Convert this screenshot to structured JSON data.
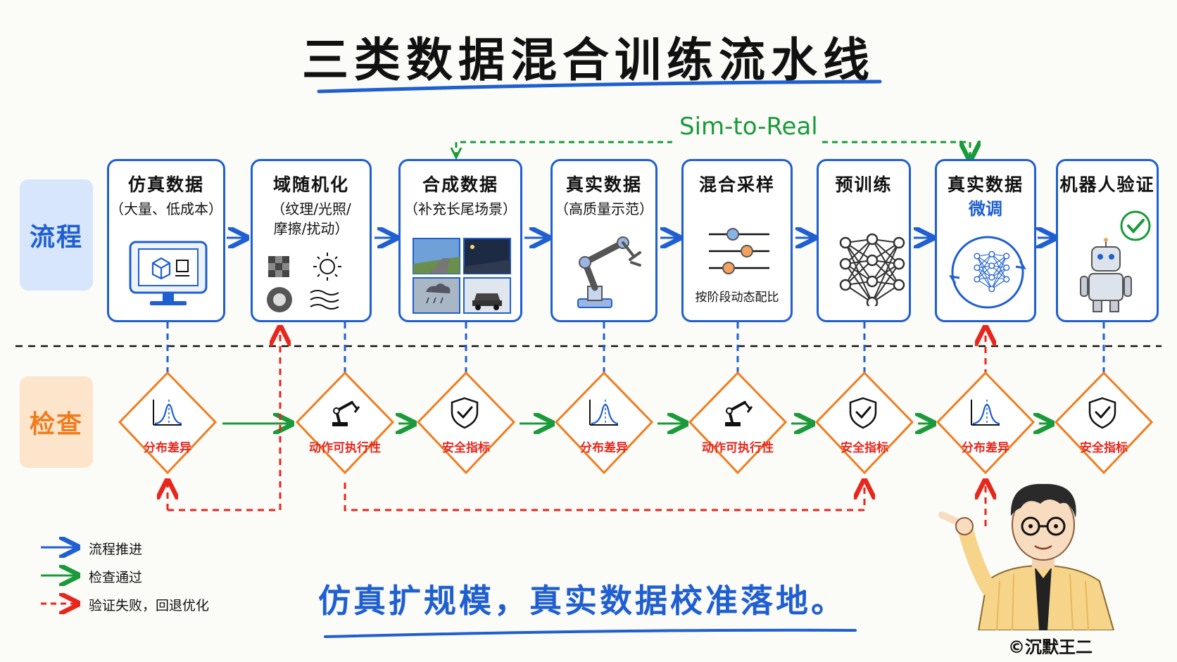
{
  "title": "三类数据混合训练流水线",
  "lanes": {
    "flow": "流程",
    "check": "检查"
  },
  "feedback_label": "Sim-to-Real",
  "stages": [
    {
      "name": "仿真数据",
      "sub": "（大量、低成本）",
      "icon": "computer-cube-icon"
    },
    {
      "name": "域随机化",
      "sub": "（纹理/光照/\n摩擦/扰动）",
      "icon": "texture-light-wave-icons"
    },
    {
      "name": "合成数据",
      "sub": "（补充长尾场景）",
      "icon": "scene-grid-icon"
    },
    {
      "name": "真实数据",
      "sub": "（高质量示范）",
      "icon": "robot-arm-icon"
    },
    {
      "name": "混合采样",
      "sub": "",
      "note": "按阶段动态配比",
      "icon": "sliders-icon"
    },
    {
      "name": "预训练",
      "sub": "",
      "icon": "neural-network-icon"
    },
    {
      "name": "真实数据",
      "sub": "微调",
      "icon": "finetune-cycle-icon"
    },
    {
      "name": "机器人验证",
      "sub": "",
      "icon": "robot-check-icon"
    }
  ],
  "checks": [
    {
      "label": "分布差异",
      "icon": "distribution-icon"
    },
    {
      "label": "动作可执行性",
      "icon": "robot-arm-icon"
    },
    {
      "label": "安全指标",
      "icon": "shield-check-icon"
    },
    {
      "label": "分布差异",
      "icon": "distribution-icon"
    },
    {
      "label": "动作可执行性",
      "icon": "robot-arm-icon"
    },
    {
      "label": "安全指标",
      "icon": "shield-check-icon"
    },
    {
      "label": "分布差异",
      "icon": "distribution-icon"
    },
    {
      "label": "安全指标",
      "icon": "shield-check-icon"
    }
  ],
  "legend": [
    {
      "label": "流程推进",
      "color": "#1f5fd0",
      "style": "solid"
    },
    {
      "label": "检查通过",
      "color": "#1a9a3a",
      "style": "solid"
    },
    {
      "label": "验证失败，回退优化",
      "color": "#e8261c",
      "style": "dashed"
    }
  ],
  "slogan": "仿真扩规模，真实数据校准落地。",
  "signature": "©沉默王二",
  "colors": {
    "flow": "#1f5fd0",
    "pass": "#1a9a3a",
    "fail": "#e8261c",
    "check": "#ef7d1f"
  }
}
